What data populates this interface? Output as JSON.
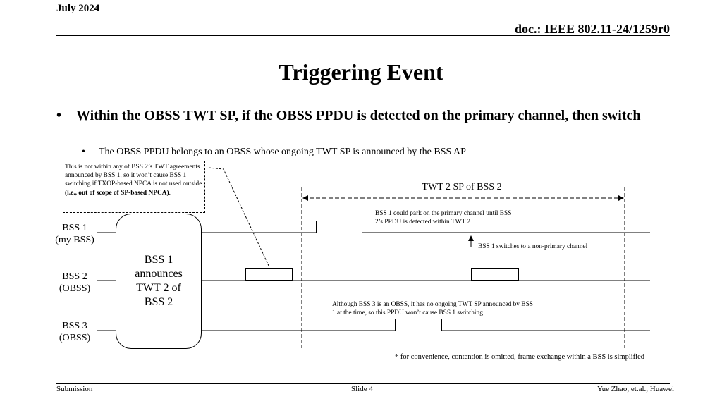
{
  "header": {
    "date": "July 2024",
    "doc": "doc.: IEEE 802.11-24/1259r0"
  },
  "title": "Triggering Event",
  "bullets": {
    "main": "Within the OBSS TWT SP, if the OBSS PPDU is detected on the primary channel, then switch",
    "sub": "The OBSS PPDU belongs to an OBSS whose ongoing TWT SP is announced by the BSS AP",
    "bullet_glyph": "•"
  },
  "diagram": {
    "note_box": {
      "text": "This is not within any of BSS 2’s TWT agreements announced by BSS 1, so it won’t cause BSS 1 switching if TXOP-based NPCA is not used outside ",
      "bold": "(i.e., out of scope of SP-based NPCA)",
      "suffix": "."
    },
    "rows": [
      {
        "line1": "BSS 1",
        "line2": "(my BSS)"
      },
      {
        "line1": "BSS 2",
        "line2": "(OBSS)"
      },
      {
        "line1": "BSS 3",
        "line2": "(OBSS)"
      }
    ],
    "announce_box": "BSS 1 announces TWT 2 of BSS 2",
    "twt_label": "TWT 2 SP of BSS 2",
    "park_note": "BSS 1 could park on the primary channel until BSS 2’s PPDU is detected within TWT 2",
    "switch_note": "BSS 1 switches to a non-primary channel",
    "bss3_note": "Although BSS 3 is an OBSS, it has no ongoing TWT SP announced by BSS 1 at the time, so this PPDU won’t cause BSS 1 switching",
    "footnote": "* for convenience, contention is omitted, frame exchange within a BSS is simplified"
  },
  "footer": {
    "left": "Submission",
    "center": "Slide 4",
    "right": "Yue Zhao, et.al., Huawei"
  }
}
